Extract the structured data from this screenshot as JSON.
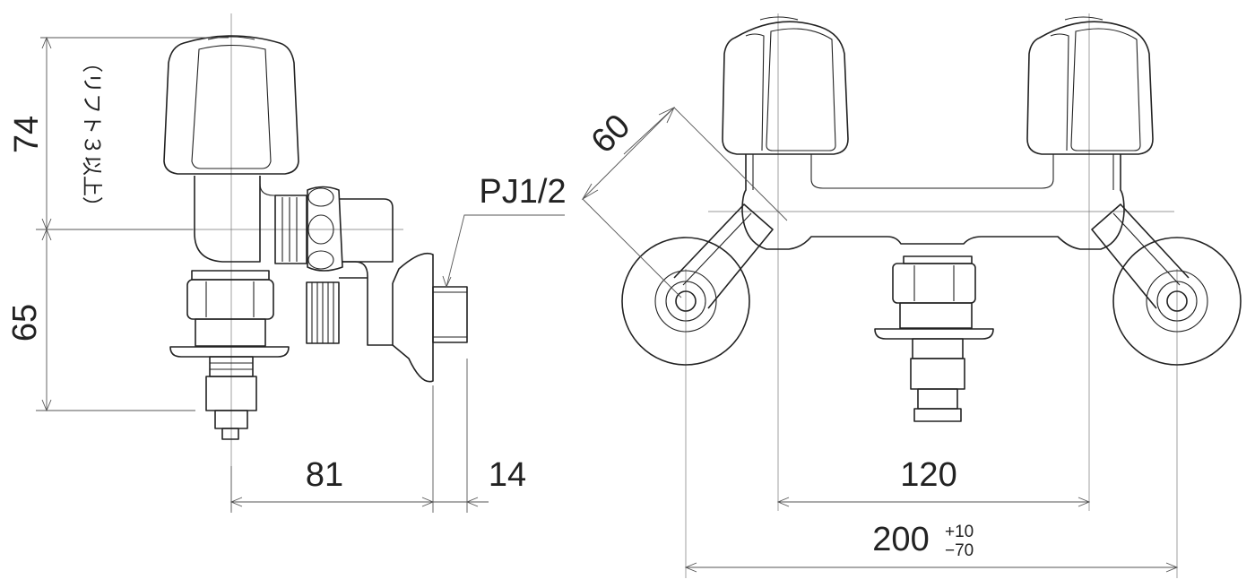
{
  "dimensions": {
    "side_height_upper": "74",
    "side_height_upper_note": "（リフト３以上）",
    "side_height_lower": "65",
    "side_depth": "81",
    "side_thread_length": "14",
    "pipe_thread": "PJ1/2",
    "arm_length": "60",
    "handle_pitch": "120",
    "mount_pitch": "200",
    "mount_pitch_tol_upper": "+10",
    "mount_pitch_tol_lower": "−70"
  },
  "colors": {
    "line": "#222222",
    "dimension_line": "#555555",
    "background": "#ffffff"
  }
}
